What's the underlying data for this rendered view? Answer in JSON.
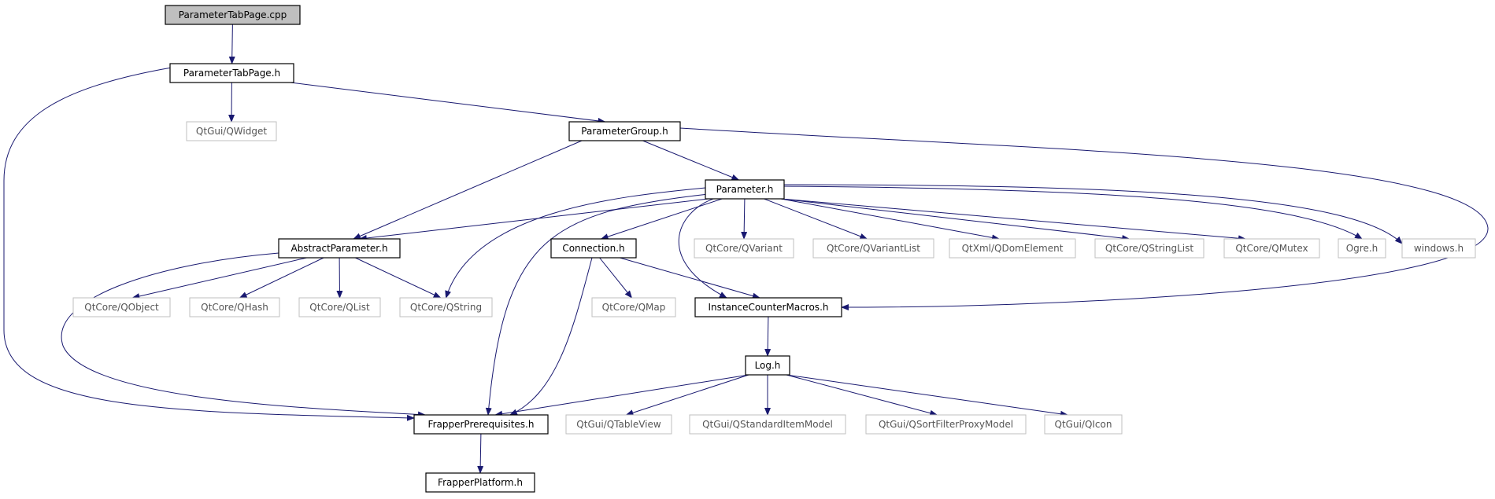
{
  "diagram": {
    "nodes": [
      {
        "id": "paramtabpage_cpp",
        "label": "ParameterTabPage.cpp",
        "kind": "root"
      },
      {
        "id": "paramtabpage_h",
        "label": "ParameterTabPage.h",
        "kind": "local"
      },
      {
        "id": "qwidget",
        "label": "QtGui/QWidget",
        "kind": "external"
      },
      {
        "id": "paramgroup_h",
        "label": "ParameterGroup.h",
        "kind": "local"
      },
      {
        "id": "parameter_h",
        "label": "Parameter.h",
        "kind": "local"
      },
      {
        "id": "abstractparam_h",
        "label": "AbstractParameter.h",
        "kind": "local"
      },
      {
        "id": "connection_h",
        "label": "Connection.h",
        "kind": "local"
      },
      {
        "id": "qvariant",
        "label": "QtCore/QVariant",
        "kind": "external"
      },
      {
        "id": "qvariantlist",
        "label": "QtCore/QVariantList",
        "kind": "external"
      },
      {
        "id": "qdomelement",
        "label": "QtXml/QDomElement",
        "kind": "external"
      },
      {
        "id": "qstringlist",
        "label": "QtCore/QStringList",
        "kind": "external"
      },
      {
        "id": "qmutex",
        "label": "QtCore/QMutex",
        "kind": "external"
      },
      {
        "id": "ogre_h",
        "label": "Ogre.h",
        "kind": "external"
      },
      {
        "id": "windows_h",
        "label": "windows.h",
        "kind": "external"
      },
      {
        "id": "qobject",
        "label": "QtCore/QObject",
        "kind": "external"
      },
      {
        "id": "qhash",
        "label": "QtCore/QHash",
        "kind": "external"
      },
      {
        "id": "qlist",
        "label": "QtCore/QList",
        "kind": "external"
      },
      {
        "id": "qstring",
        "label": "QtCore/QString",
        "kind": "external"
      },
      {
        "id": "qmap",
        "label": "QtCore/QMap",
        "kind": "external"
      },
      {
        "id": "instancecounter_h",
        "label": "InstanceCounterMacros.h",
        "kind": "local"
      },
      {
        "id": "log_h",
        "label": "Log.h",
        "kind": "local"
      },
      {
        "id": "frapperprereq_h",
        "label": "FrapperPrerequisites.h",
        "kind": "local"
      },
      {
        "id": "qtableview",
        "label": "QtGui/QTableView",
        "kind": "external"
      },
      {
        "id": "qstandarditemmodel",
        "label": "QtGui/QStandardItemModel",
        "kind": "external"
      },
      {
        "id": "qsortfilterproxymodel",
        "label": "QtGui/QSortFilterProxyModel",
        "kind": "external"
      },
      {
        "id": "qicon",
        "label": "QtGui/QIcon",
        "kind": "external"
      },
      {
        "id": "frapperplatform_h",
        "label": "FrapperPlatform.h",
        "kind": "local"
      }
    ],
    "edges": [
      [
        "paramtabpage_cpp",
        "paramtabpage_h"
      ],
      [
        "paramtabpage_h",
        "qwidget"
      ],
      [
        "paramtabpage_h",
        "paramgroup_h"
      ],
      [
        "paramtabpage_h",
        "frapperprereq_h"
      ],
      [
        "paramgroup_h",
        "parameter_h"
      ],
      [
        "paramgroup_h",
        "abstractparam_h"
      ],
      [
        "paramgroup_h",
        "instancecounter_h"
      ],
      [
        "parameter_h",
        "abstractparam_h"
      ],
      [
        "parameter_h",
        "connection_h"
      ],
      [
        "parameter_h",
        "qvariant"
      ],
      [
        "parameter_h",
        "qvariantlist"
      ],
      [
        "parameter_h",
        "qdomelement"
      ],
      [
        "parameter_h",
        "qstringlist"
      ],
      [
        "parameter_h",
        "qmutex"
      ],
      [
        "parameter_h",
        "ogre_h"
      ],
      [
        "parameter_h",
        "windows_h"
      ],
      [
        "parameter_h",
        "qstring"
      ],
      [
        "parameter_h",
        "instancecounter_h"
      ],
      [
        "parameter_h",
        "frapperprereq_h"
      ],
      [
        "abstractparam_h",
        "qobject"
      ],
      [
        "abstractparam_h",
        "qhash"
      ],
      [
        "abstractparam_h",
        "qlist"
      ],
      [
        "abstractparam_h",
        "qstring"
      ],
      [
        "abstractparam_h",
        "frapperprereq_h"
      ],
      [
        "connection_h",
        "qmap"
      ],
      [
        "connection_h",
        "instancecounter_h"
      ],
      [
        "connection_h",
        "frapperprereq_h"
      ],
      [
        "instancecounter_h",
        "log_h"
      ],
      [
        "log_h",
        "frapperprereq_h"
      ],
      [
        "log_h",
        "qtableview"
      ],
      [
        "log_h",
        "qstandarditemmodel"
      ],
      [
        "log_h",
        "qsortfilterproxymodel"
      ],
      [
        "log_h",
        "qicon"
      ],
      [
        "frapperprereq_h",
        "frapperplatform_h"
      ]
    ],
    "colors": {
      "edge": "#191970",
      "root_fill": "#bfbfbf",
      "local_border": "#000000",
      "external_border": "#bfbfbf",
      "external_text": "#555555",
      "text": "#000000"
    }
  }
}
